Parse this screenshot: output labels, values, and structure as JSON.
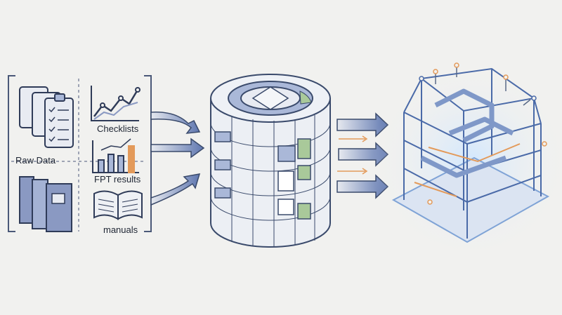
{
  "labels": {
    "raw_data": "Raw Data",
    "checklists": "Checklists",
    "fpt_results": "FPT results",
    "manuals": "manuals"
  },
  "icons": [
    "clipboard-checklist-icon",
    "binder-icon",
    "line-chart-icon",
    "bar-chart-icon",
    "open-book-icon",
    "database-cylinder-icon",
    "3d-building-model-icon"
  ],
  "colors": {
    "background": "#f1f1ef",
    "line": "#3a4a6b",
    "blue_fill": "#aab8d8",
    "green_fill": "#a9c99a",
    "orange_accent": "#e39a5a",
    "glow": "#bfe0ff"
  }
}
